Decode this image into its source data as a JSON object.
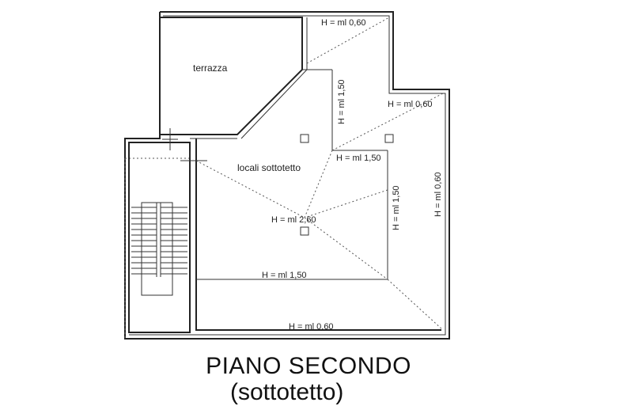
{
  "plan": {
    "title": "PIANO SECONDO",
    "subtitle": "(sottotetto)",
    "rooms": {
      "terrace": "terrazza",
      "attic": "locali sottotetto"
    },
    "heights": {
      "top_right": "H = ml 0,60",
      "vertical_upper": "H = ml 1,50",
      "right_upper": "H = ml 0,60",
      "mid": "H = ml 1,50",
      "right_vertical": "H = ml 0,60",
      "inner_vertical": "H = ml 1,50",
      "center": "H = ml 2,60",
      "lower": "H = ml 1,50",
      "bottom": "H = ml 0,60"
    }
  }
}
